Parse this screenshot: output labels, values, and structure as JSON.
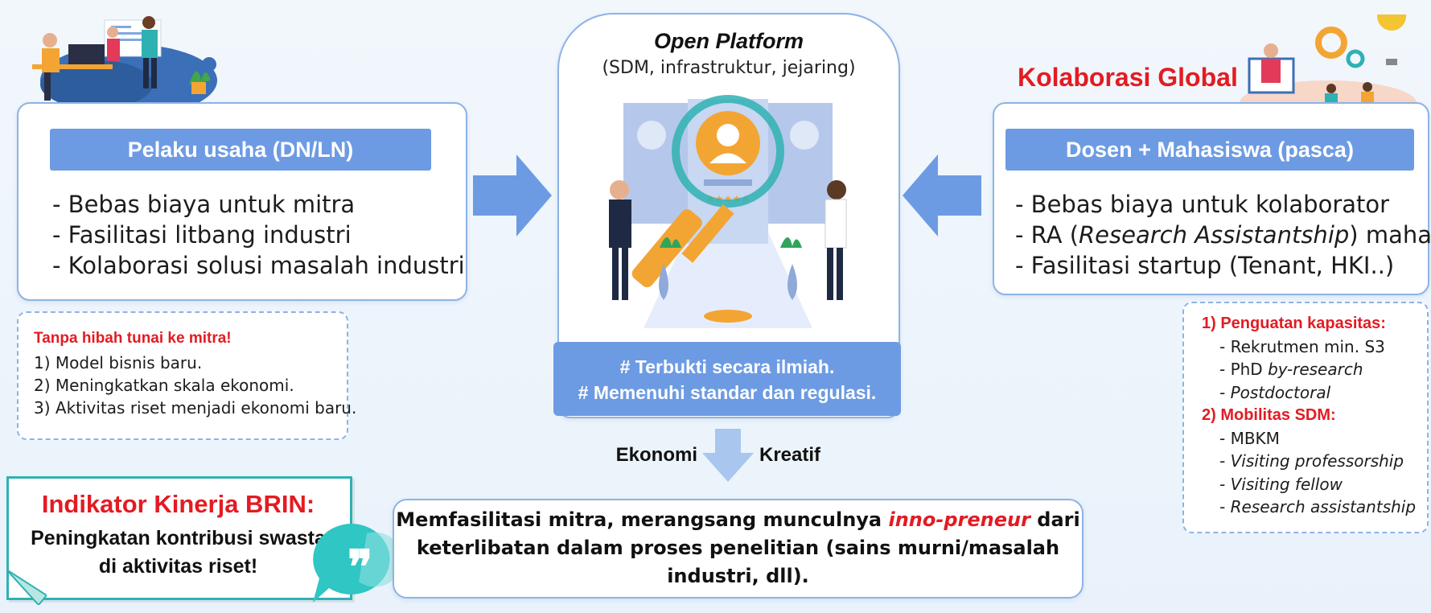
{
  "left": {
    "header": "Pelaku usaha (DN/LN)",
    "bullets": [
      "- Bebas biaya untuk mitra",
      "- Fasilitasi litbang industri",
      "- Kolaborasi solusi masalah industri"
    ],
    "note_title": "Tanpa hibah tunai ke mitra!",
    "note_items": [
      "1) Model bisnis baru.",
      "2) Meningkatkan skala ekonomi.",
      "3) Aktivitas riset menjadi ekonomi baru."
    ]
  },
  "center": {
    "title": "Open Platform",
    "subtitle": "(SDM, infrastruktur, jejaring)",
    "band_lines": [
      "# Terbukti secara ilmiah.",
      "# Memenuhi standar dan regulasi."
    ],
    "flow_left": "Ekonomi",
    "flow_right": "Kreatif"
  },
  "right": {
    "global_label": "Kolaborasi Global",
    "header": "Dosen + Mahasiswa (pasca)",
    "bullet1": "- Bebas biaya untuk kolaborator",
    "bullet2_pre": "- RA (",
    "bullet2_ital": "Research Assistantship",
    "bullet2_post": ") mahasiswa",
    "bullet3": "- Fasilitasi startup (Tenant, HKI..)",
    "note_h1": "1) Penguatan kapasitas:",
    "note_i1": "- Rekrutmen min. S3",
    "note_i2_pre": "- PhD ",
    "note_i2_ital": "by-research",
    "note_i3": "- Postdoctoral",
    "note_h2": "2) Mobilitas SDM:",
    "note_i4": "- MBKM",
    "note_i5": "- Visiting professorship",
    "note_i6": "- Visiting fellow",
    "note_i7": "- Research assistantship"
  },
  "indikator": {
    "title": "Indikator Kinerja BRIN:",
    "line1": "Peningkatan kontribusi swasta",
    "line2": "di aktivitas riset!"
  },
  "bottom": {
    "pre": "Memfasilitasi mitra, merangsang munculnya ",
    "highlight": "inno-preneur",
    "post1": " dari",
    "line2": "keterlibatan dalam proses penelitian (sains murni/masalah",
    "line3": "industri, dll)."
  },
  "colors": {
    "accent_blue": "#6d9be3",
    "red": "#e31b23",
    "teal": "#2fb1b3",
    "orange": "#f3a533"
  }
}
